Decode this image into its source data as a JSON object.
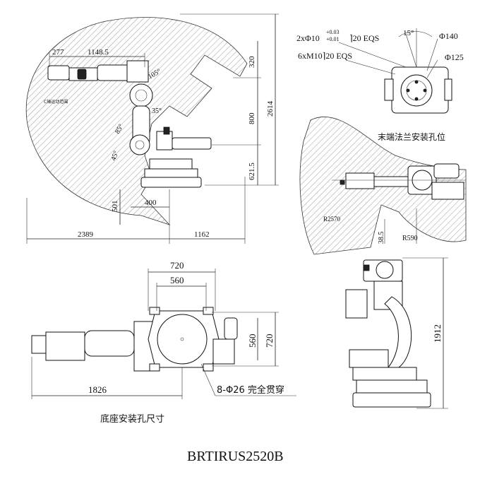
{
  "title": "BRTIRUS2520B",
  "side_view": {
    "reach_label": "C轴运动范围",
    "dim_277": "277",
    "dim_1148": "1148.5",
    "dim_320": "320",
    "dim_800": "800",
    "dim_2614": "2614",
    "dim_621": "621.5",
    "dim_501": "501",
    "dim_400": "400",
    "dim_2389": "2389",
    "dim_1162": "1162",
    "ang_105": "105°",
    "ang_35": "35°",
    "ang_85": "85°",
    "ang_45": "45°"
  },
  "flange": {
    "hole_spec_main": "2xΦ10",
    "tol_upper": "+0.03",
    "tol_lower": "+0.01",
    "depth_spec": "⌉20 EQS",
    "thread_spec": "6xM10⌉20 EQS",
    "ang_15": "15°",
    "dia_140": "Φ140",
    "dia_125": "Φ125",
    "caption": "末端法兰安装孔位"
  },
  "top_view": {
    "r2570": "R2570",
    "r590": "R590",
    "dim_38": "38.5"
  },
  "base_view": {
    "dim_720_top": "720",
    "dim_560_top": "560",
    "dim_560_side": "560",
    "dim_720_side": "720",
    "dim_1826": "1826",
    "hole_spec": "8-Φ26 完全贯穿",
    "caption": "底座安装孔尺寸"
  },
  "front_view": {
    "dim_1912": "1912"
  }
}
